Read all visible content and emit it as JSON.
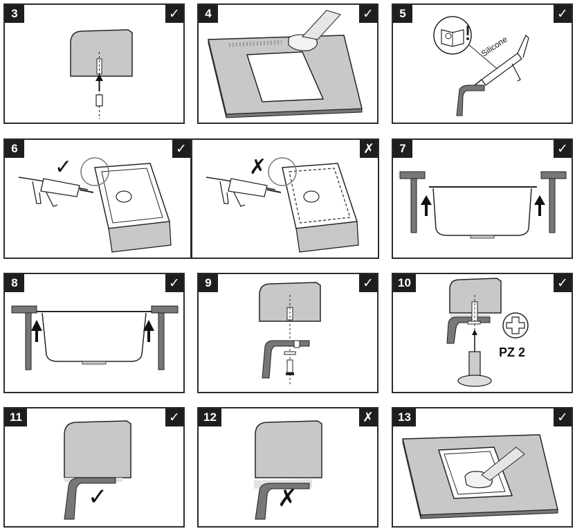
{
  "steps": [
    {
      "number": "3",
      "mark": "✓"
    },
    {
      "number": "4",
      "mark": "✓"
    },
    {
      "number": "5",
      "mark": "✓",
      "material_label": "Silicone"
    },
    {
      "number": "6",
      "mark": "✓"
    },
    {
      "number": "",
      "mark": "✗"
    },
    {
      "number": "7",
      "mark": "✓"
    },
    {
      "number": "8",
      "mark": "✓"
    },
    {
      "number": "9",
      "mark": "✓"
    },
    {
      "number": "10",
      "mark": "✓",
      "bit_label": "PZ 2"
    },
    {
      "number": "11",
      "mark": "✓"
    },
    {
      "number": "12",
      "mark": "✗"
    },
    {
      "number": "13",
      "mark": "✓"
    }
  ],
  "inline_marks": {
    "correct": "✓",
    "incorrect": "✗"
  },
  "colors": {
    "frame": "#2b2b2b",
    "badge": "#1e1e1e",
    "surface": "#c8c8c8",
    "shadow": "#e2e2e2"
  }
}
